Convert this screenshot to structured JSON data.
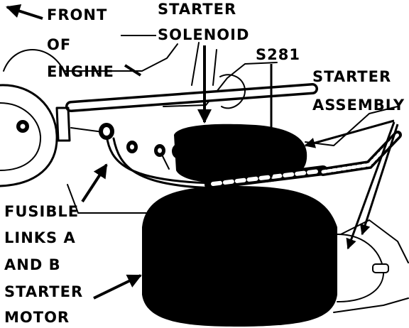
{
  "labels": {
    "front_line1": "FRONT",
    "front_line2": "OF",
    "front_line3": "ENGINE",
    "solenoid_line1": "STARTER",
    "solenoid_line2": "SOLENOID",
    "s281": "S281",
    "assembly_line1": "STARTER",
    "assembly_line2": "ASSEMBLY",
    "fusible_line1": "FUSIBLE",
    "fusible_line2": "LINKS A",
    "fusible_line3": "AND B",
    "motor_line1": "STARTER",
    "motor_line2": "MOTOR"
  },
  "colors": {
    "ink": "#000000",
    "paper": "#ffffff"
  }
}
